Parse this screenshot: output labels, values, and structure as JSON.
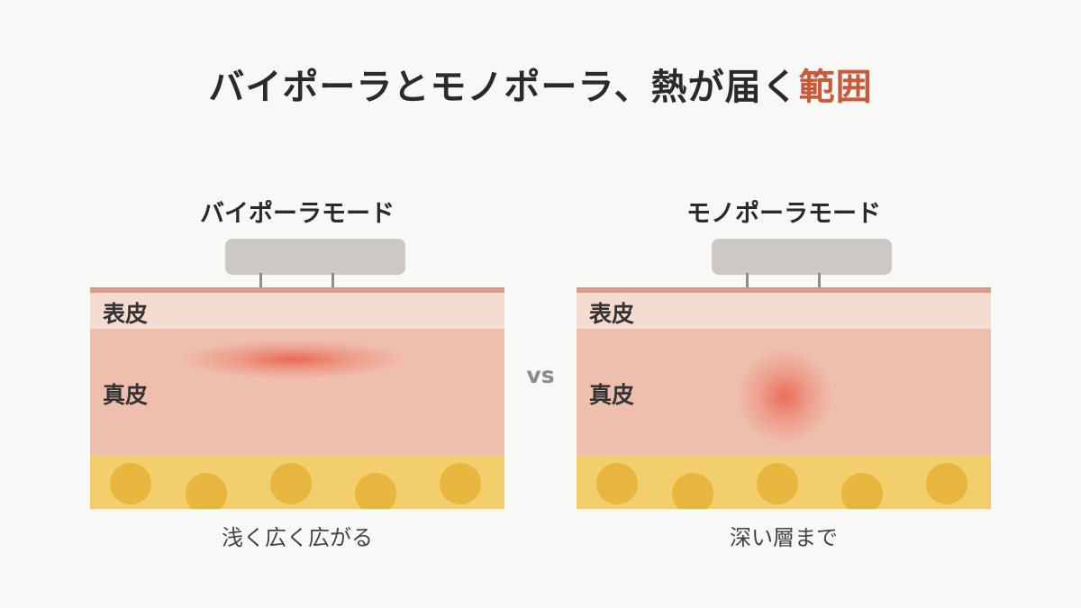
{
  "title": {
    "main": "バイポーラとモノポーラ、熱が届く",
    "accent": "範囲",
    "accent_color": "#c8593a"
  },
  "vs_label": "vs",
  "panels": {
    "bipolar": {
      "mode_title": "バイポーラモード",
      "epidermis_label": "表皮",
      "dermis_label": "真皮",
      "caption": "浅く広く広がる"
    },
    "monopolar": {
      "mode_title": "モノポーラモード",
      "epidermis_label": "表皮",
      "dermis_label": "真皮",
      "caption": "深い層まで"
    }
  },
  "colors": {
    "epidermis": "#f4ddd0",
    "dermis": "#efbfae",
    "fat": "#f2cf6c",
    "fat_cells": "#e7b63e",
    "heat": "#e85a46",
    "device": "#cbc8c5"
  }
}
